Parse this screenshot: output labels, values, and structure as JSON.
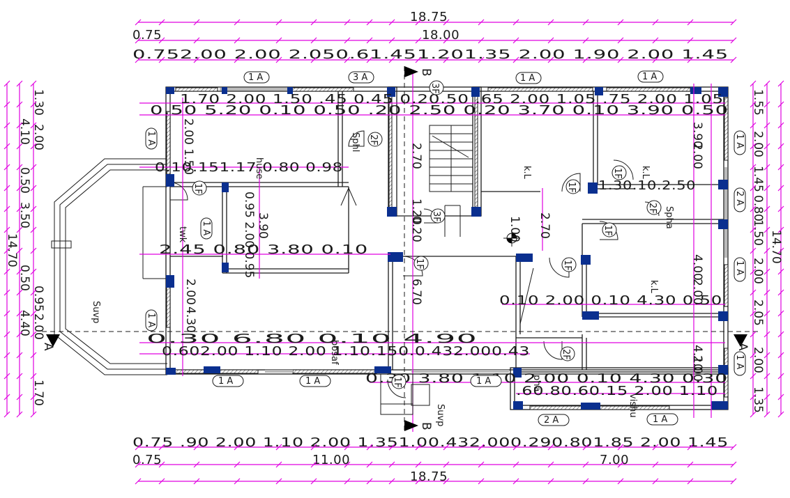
{
  "dimensions": {
    "top_total": "18.75",
    "top_mid": [
      "0.75",
      "18.00"
    ],
    "top_segments": "0.752.00  2.00  2.050.61.451.201.35 2.00  1.90  2.00  1.45",
    "bottom_segments": "0.75 .90 2.00 1.10 2.00  1.351.00.432.000.290.801.85  2.00  1.45",
    "bottom_mid": [
      "0.75",
      "11.00",
      "7.00"
    ],
    "bottom_total": "18.75",
    "right_total": "14.70",
    "left_total": "14.70",
    "right_chain": [
      "1.55",
      "2.00",
      "1.45",
      "0.80",
      "1.50",
      "2.00",
      "2.05",
      "2.00",
      "1.35"
    ],
    "left_chain": [
      "1.30",
      "2.00",
      "4.10",
      "0.50",
      "3.50",
      "0.50",
      "0.95",
      "2.00",
      "4.40",
      "1.70"
    ]
  },
  "interior_texts": [
    "1.70  2.00  1.50 .45 0.45 0.20.50 .65 2.00 1.05 .75 2.00 1.05",
    "0.50   5.20   0.10 0.50 .20 2.50  0.20  3.70  0.10   3.90  0.50",
    "0.10.151.17 0.80 0.98",
    "2.45 0.80 3.80  0.10",
    "0.10 2.00  0.10   4.30  0.50",
    "0.30  6.80   0.10   4.90",
    "0.602.00 1.10 2.00 1.10.150.0.432.000.43",
    "0.30 3.80 1.10  2.00 0.10  4.30  0.30",
    ".60.80.60.15  2.00  1.10",
    "1.30.10.2.50",
    "2.70",
    "1.20",
    "2.70",
    "6.70",
    "0.20",
    "2.00 1.50",
    "3.90",
    "0.95 2.00 0.95",
    "4.30",
    "2.00",
    "4.00",
    "2.00",
    "4.10",
    "2.00",
    "3.90",
    "2.00"
  ],
  "room_labels": [
    "k.L",
    "k.L",
    "k.L",
    "twk",
    "Suvp",
    "Sphl",
    "bosaf",
    "huse",
    "Spha",
    "Suvp",
    "vishu",
    "pha"
  ],
  "tags": [
    "1 A",
    "3 A",
    "1 A",
    "1 A",
    "1 A",
    "1 A",
    "2 A",
    "1 A",
    "1 A",
    "1 A",
    "2 A",
    "1 A",
    "1 A",
    "1 A",
    "1 A",
    "1 A"
  ],
  "doors": [
    "2F",
    "3F",
    "3F",
    "1F",
    "1F",
    "1F",
    "1F",
    "1F",
    "1F",
    "2F",
    "2F",
    "1F"
  ],
  "sections": [
    "A",
    "A",
    "B",
    "B"
  ],
  "level": "1.00"
}
